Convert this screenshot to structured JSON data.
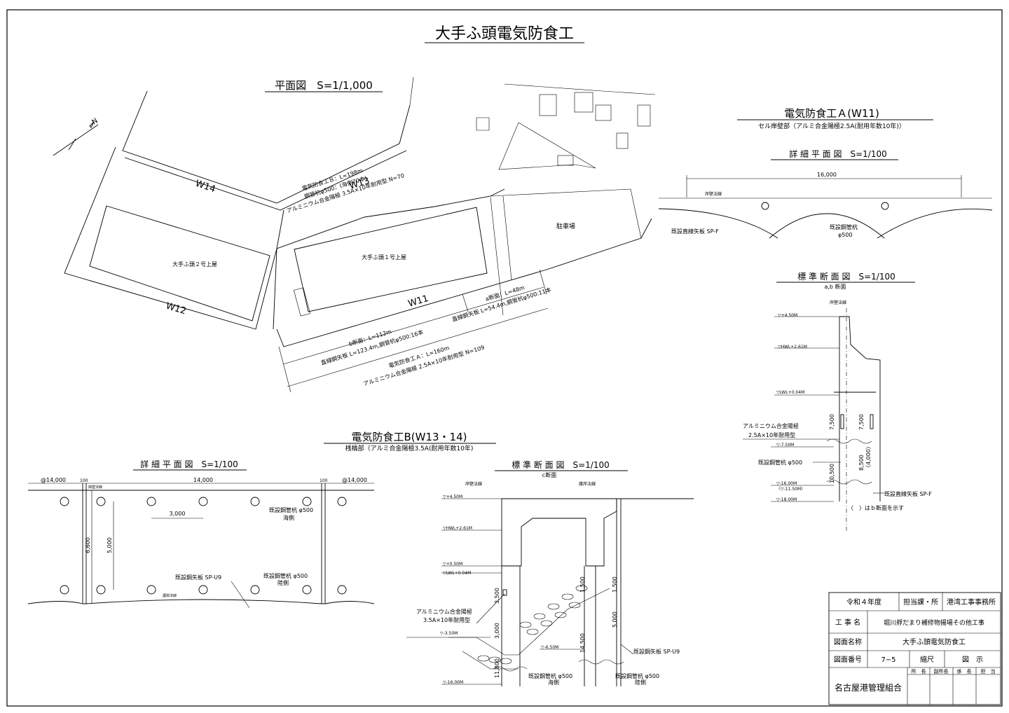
{
  "title": "大手ふ頭電気防食工",
  "plan": {
    "heading": "平面図　S=1/1,000",
    "berths": [
      "W14",
      "W13",
      "W12",
      "W11"
    ],
    "buildings": [
      "大手ふ頭２号上屋",
      "大手ふ頭１号上屋"
    ],
    "parking": "駐車場",
    "noteB": [
      "電気防食工Ｂ：L=198m",
      "鋼管杭φ500：(海側70本)",
      "アルミニウム合金陽極 3.5A×10年耐用型 N=70"
    ],
    "noteA_section_a": [
      "a断面：L=48m",
      "直線鋼矢板 L=54.4m,鋼管杭φ500:11本"
    ],
    "noteA_section_b": [
      "b断面：L=112m",
      "直線鋼矢板 L=123.4m,鋼管杭φ500:16本"
    ],
    "noteA_total": [
      "電気防食工Ａ：L=160m",
      "アルミニウム合金陽極 2.5A×10年耐用型 N=109"
    ]
  },
  "sectionA": {
    "heading": "電気防食工Ａ(W11)",
    "subheading": "セル岸壁部（アルミ合金陽極2.5A(耐用年数10年)）",
    "detail": {
      "heading": "詳 細 平 面 図　S=1/100",
      "dim": "16,000",
      "line": "岸壁法線",
      "sheet_pile": "既設直線矢板 SP-F",
      "pile": [
        "既設鋼管杭",
        "φ500"
      ]
    },
    "standard": {
      "heading": "標 準 断 面 図　S=1/100",
      "sub": "a,b 断面",
      "line": "岸壁法線",
      "levels": [
        "▽+4.50M",
        "▽HWL+2.61M",
        "▽LWL+0.04M",
        "▽-7.50M",
        "▽-16.00M",
        "〈▽-11.50M〉",
        "▽-18.00M"
      ],
      "dims": [
        "7,500",
        "7,500",
        "10,500",
        "8,500",
        "〈4,000〉"
      ],
      "anode": [
        "アルミニウム合金陽極",
        "2.5A×10年耐用型"
      ],
      "pile": "既設鋼管杭 φ500",
      "sheet_pile": "既設直線矢板 SP-F",
      "note": "〈　〉はｂ断面を示す"
    }
  },
  "sectionB": {
    "heading": "電気防食工B(W13・14)",
    "subheading": "桟橋部（アルミ合金陽極3.5A(耐用年数10年)",
    "detail": {
      "heading": "詳 細 平 面 図　S=1/100",
      "dims_top": [
        "@14,000",
        "100",
        "14,000",
        "100",
        "@14,000"
      ],
      "line": "岸壁法線",
      "dim_3000": "3,000",
      "dim_6600": "6,600",
      "dim_5000": "5,000",
      "pile_sea": [
        "既設鋼管杭 φ500",
        "海側"
      ],
      "pile_land": [
        "既設鋼管杭 φ500",
        "陸側"
      ],
      "sheet_pile": "既設鋼矢板 SP-U9",
      "bottom_line": "護岸法線"
    },
    "standard": {
      "heading": "標 準 断 面 図　S=1/100",
      "sub": "c断面",
      "line_left": "岸壁法線",
      "line_right": "護岸法線",
      "levels": [
        "▽+4.50M",
        "▽HWL+2.61M",
        "▽+0.50M",
        "▽LWL+0.04M",
        "▽-3.50M",
        "▽-6.50M",
        "▽-16.00M"
      ],
      "dims": [
        "3,500",
        "3,000",
        "11,800",
        "1,500",
        "1,500",
        "5,000",
        "14,500"
      ],
      "anode": [
        "アルミニウム合金陽極",
        "3.5A×10年耐用型"
      ],
      "sheet_pile": "既設鋼矢板 SP-U9",
      "pile_sea": [
        "既設鋼管杭 φ500",
        "海側"
      ],
      "pile_land": [
        "既設鋼管杭 φ500",
        "陸側"
      ]
    }
  },
  "titleblock": {
    "year": "令和４年度",
    "dept_label": "担当課・所",
    "dept": "港湾工事事務所",
    "work_label": "工 事 名",
    "work": "堀川艀だまり補修物揚場その他工事",
    "drawing_label": "図面名称",
    "drawing": "大手ふ頭電気防食工",
    "number_label": "図面番号",
    "number": "7−5",
    "scale_label": "縮尺",
    "scale": "図　示",
    "org": "名古屋港管理組合",
    "stamps": [
      "所　長",
      "副所長",
      "係　長",
      "担　当"
    ]
  }
}
